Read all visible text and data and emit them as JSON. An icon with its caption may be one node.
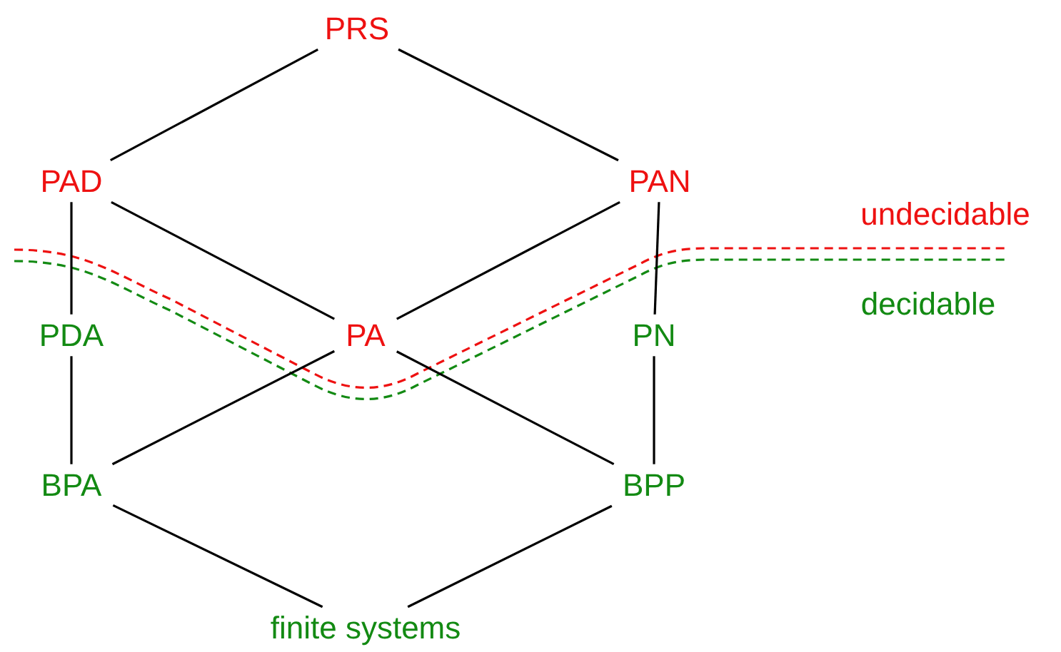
{
  "diagram": {
    "nodes": [
      {
        "text": [
          "PRS"
        ]
      },
      {
        "text": [
          "PAD"
        ]
      },
      {
        "text": [
          "PAN"
        ]
      },
      {
        "text": [
          "PDA"
        ]
      },
      {
        "text": [
          "PA"
        ]
      },
      {
        "text": [
          "PN"
        ]
      },
      {
        "text": [
          "BPA"
        ]
      },
      {
        "text": [
          "BPP"
        ]
      },
      {
        "text": [
          "finite systems"
        ]
      }
    ],
    "edges": [
      {
        "from": 0,
        "to": 1,
        "arrow": "none"
      },
      {
        "from": 0,
        "to": 2,
        "arrow": "none"
      },
      {
        "from": 1,
        "to": 3,
        "arrow": "none"
      },
      {
        "from": 1,
        "to": 4,
        "arrow": "none"
      },
      {
        "from": 2,
        "to": 4,
        "arrow": "none"
      },
      {
        "from": 2,
        "to": 5,
        "arrow": "none"
      },
      {
        "from": 3,
        "to": 6,
        "arrow": "none"
      },
      {
        "from": 4,
        "to": 6,
        "arrow": "none"
      },
      {
        "from": 4,
        "to": 7,
        "arrow": "none"
      },
      {
        "from": 5,
        "to": 7,
        "arrow": "none"
      },
      {
        "from": 6,
        "to": 8,
        "arrow": "none"
      },
      {
        "from": 7,
        "to": 8,
        "arrow": "none"
      }
    ],
    "labels": [
      "undecidable",
      "decidable"
    ]
  }
}
